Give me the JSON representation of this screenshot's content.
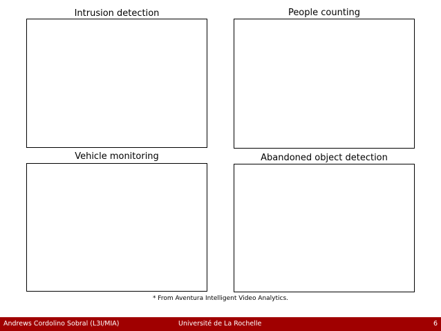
{
  "panels": [
    {
      "title": "Intrusion detection"
    },
    {
      "title": "People counting"
    },
    {
      "title": "Vehicle monitoring"
    },
    {
      "title": "Abandoned object detection"
    }
  ],
  "footnote": "* From Aventura Intelligent Video Analytics.",
  "footer": {
    "author": "Andrews Cordolino Sobral (L3I/MIA)",
    "institution": "Université de La Rochelle",
    "page_number": "6"
  },
  "colors": {
    "footer_background": "#a00000",
    "footer_text": "#ffffff"
  }
}
